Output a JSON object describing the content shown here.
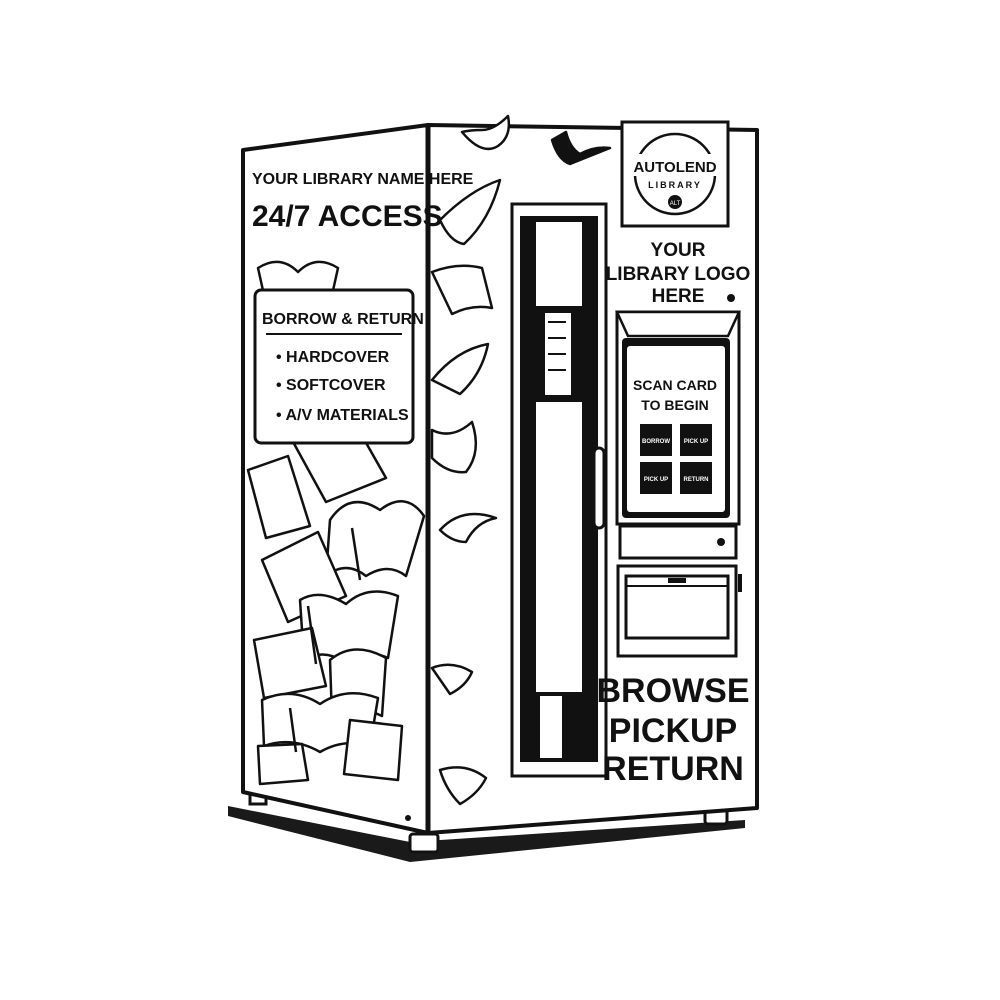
{
  "colors": {
    "ink": "#111111",
    "paper": "#ffffff",
    "shadow": "#1a1a1a"
  },
  "side_panel": {
    "library_name": "YOUR LIBRARY NAME HERE",
    "access": "24/7 ACCESS",
    "sign_title": "BORROW & RETURN",
    "items": [
      "• HARDCOVER",
      "• SOFTCOVER",
      "• A/V MATERIALS"
    ]
  },
  "logo": {
    "top": "AUTOLEND",
    "bottom": "LIBRARY",
    "mark": "ALT"
  },
  "logo_placeholder": [
    "YOUR",
    "LIBRARY LOGO",
    "HERE"
  ],
  "screen": {
    "prompt_line1": "SCAN CARD",
    "prompt_line2": "TO BEGIN",
    "buttons": [
      "BORROW",
      "PICK UP",
      "PICK UP",
      "RETURN"
    ]
  },
  "front_labels": [
    "BROWSE",
    "PICKUP",
    "RETURN"
  ],
  "icons": [
    "book-icon",
    "open-book-icon",
    "flying-page-icon",
    "door-handle-icon",
    "card-reader-icon",
    "pickup-bin-icon"
  ]
}
